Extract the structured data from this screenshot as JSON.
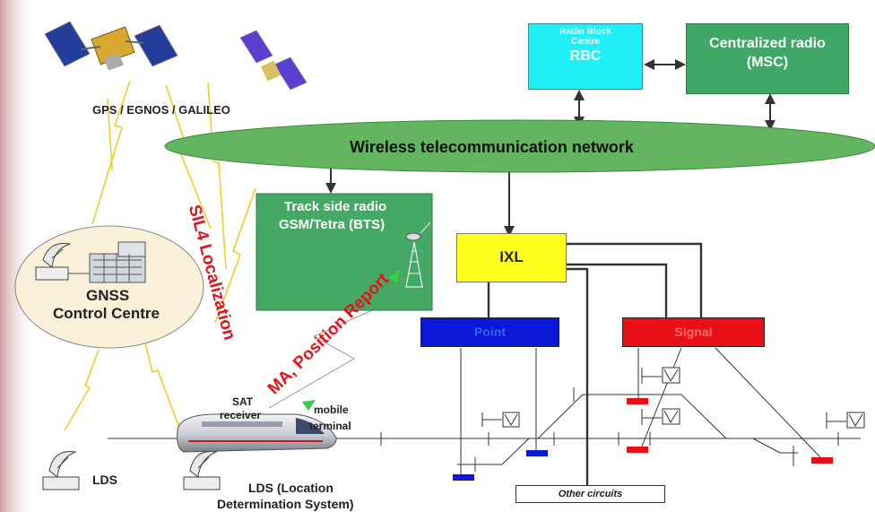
{
  "satellites": {
    "label": "GPS / EGNOS / GALILEO"
  },
  "rbc": {
    "line1": "Radio Block",
    "line2": "Centre",
    "line3": "RBC"
  },
  "msc": {
    "line1": "Centralized radio",
    "line2": "(MSC)"
  },
  "network": {
    "label": "Wireless telecommunication network"
  },
  "bts": {
    "line1": "Track side radio",
    "line2": "GSM/Tetra (BTS)"
  },
  "ixl": {
    "label": "IXL"
  },
  "point": {
    "label": "Point"
  },
  "signal": {
    "label": "Signal"
  },
  "gnss": {
    "line1": "GNSS",
    "line2": "Control Centre"
  },
  "annotations": {
    "sil4": "SIL4 Localization",
    "ma_report": "MA, Position Report"
  },
  "train": {
    "sat_receiver_1": "SAT",
    "sat_receiver_2": "receiver",
    "mobile_terminal_1": "mobile",
    "mobile_terminal_2": "terminal"
  },
  "lds": {
    "left_label": "LDS",
    "bottom_label_1": "LDS (Location",
    "bottom_label_2": "Determination System)"
  },
  "other_circuits": {
    "label": "Other circuits"
  },
  "colors": {
    "rbc_fill": "#1ff0f7",
    "msc_fill": "#3fa866",
    "network_fill": "#63b65f",
    "bts_fill": "#45a865",
    "ixl_fill": "#ffff1e",
    "point_fill": "#0b18d8",
    "signal_fill": "#e80f17",
    "gnss_fill": "#f8f0d8",
    "annotation_red": "#e2141b",
    "lightning": "#f4cc2a"
  }
}
